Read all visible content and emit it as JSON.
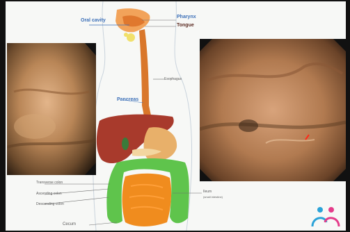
{
  "diagram": {
    "labels": {
      "oral_cavity": "Oral cavity",
      "pharynx": "Pharynx",
      "tongue": "Tongue",
      "esophagus": "Esophagus",
      "pancreas": "Pancreas",
      "transverse_colon": "Transverse colon",
      "ascending_colon": "Ascending colon",
      "descending_colon": "Descending colon",
      "cecum": "Cecum",
      "ileum": "Ileum",
      "ileum_sub": "(small intestine)"
    }
  },
  "images": {
    "left": "endoscopy-image-left",
    "right": "endoscopy-image-right"
  },
  "colors": {
    "esophagus": "#d9772b",
    "liver": "#a83a2c",
    "stomach": "#e8b06a",
    "colon": "#5fc44c",
    "small_intestine": "#f08c1e",
    "label_blue": "#3b6fb8"
  }
}
